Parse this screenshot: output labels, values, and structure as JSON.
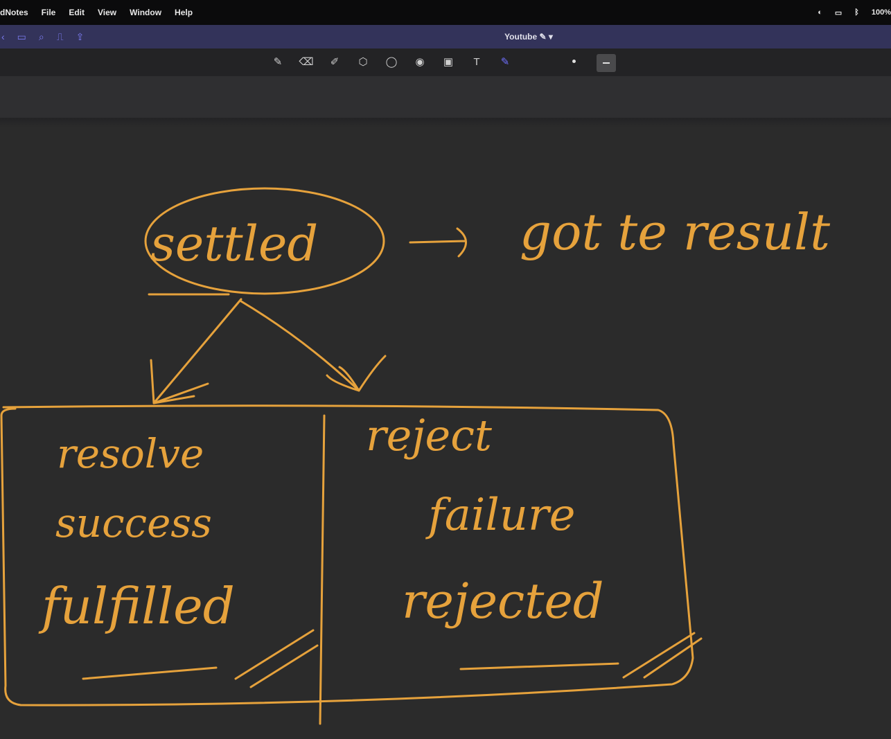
{
  "menubar": {
    "app_name": "dNotes",
    "items": [
      "File",
      "Edit",
      "View",
      "Window",
      "Help"
    ],
    "battery": "100%"
  },
  "titlebar": {
    "doc_title": "Youtube ✎ ▾"
  },
  "toolbar": {
    "tools": [
      {
        "name": "pen-tool",
        "glyph": "✎"
      },
      {
        "name": "eraser-tool",
        "glyph": "⌫"
      },
      {
        "name": "highlighter-tool",
        "glyph": "✐"
      },
      {
        "name": "shapes-tool",
        "glyph": "⬡"
      },
      {
        "name": "lasso-tool",
        "glyph": "◯"
      },
      {
        "name": "laser-tool",
        "glyph": "◉"
      },
      {
        "name": "image-tool",
        "glyph": "▣"
      },
      {
        "name": "text-tool",
        "glyph": "T"
      },
      {
        "name": "color-picker",
        "glyph": "✎"
      }
    ]
  },
  "canvas": {
    "node_settled": "settled",
    "note_right": "got te result",
    "left_words": [
      "resolve",
      "success",
      "fulfilled"
    ],
    "right_words": [
      "reject",
      "failure",
      "rejected"
    ],
    "ink_color": "#e6a23c"
  }
}
